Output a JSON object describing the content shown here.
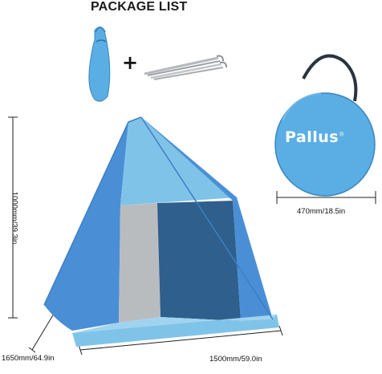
{
  "package": {
    "title": "PACKAGE LIST",
    "plus": "+"
  },
  "brand": {
    "name": "Pallus",
    "trademark": "®"
  },
  "dimensions": {
    "height": "1000mm/39.3in",
    "depth": "1650mm/64.9in",
    "width": "1500mm/59.0in",
    "bag_diameter": "470mm/18.5in"
  },
  "colors": {
    "tent_light_blue": "#7fc4e8",
    "tent_mid_blue": "#4a8fd6",
    "tent_dark_blue": "#2f5f8c",
    "bag_blue": "#5aaee3",
    "mesh_gray": "#b9bcbf"
  }
}
